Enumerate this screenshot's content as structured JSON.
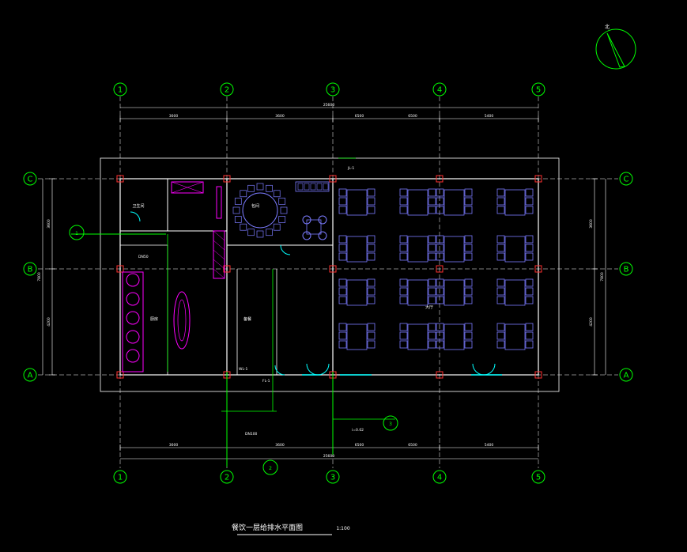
{
  "drawing": {
    "title": "餐饮一层给排水平面图",
    "scale": "1:100",
    "north_label": "北",
    "axes_columns": [
      "1",
      "2",
      "3",
      "4",
      "5"
    ],
    "axes_rows": [
      "C",
      "B",
      "A"
    ],
    "dim_total": "25600",
    "dims_top": [
      "3600",
      "3600",
      "6500",
      "6500",
      "5400"
    ],
    "dims_bottom": [
      "3600",
      "3600",
      "6500",
      "6500",
      "5400"
    ],
    "dims_left": [
      "3600",
      "4200"
    ],
    "dims_left_total": "7800",
    "dims_right": [
      "3600",
      "4200"
    ],
    "dims_right_total": "7800",
    "room_labels": [
      "厨房",
      "备餐",
      "包间",
      "大厅",
      "卫生间"
    ],
    "pipe_labels": [
      "JL-1",
      "WL-1",
      "FL-1",
      "DN50",
      "DN100",
      "i=0.02"
    ],
    "grid_bubble_left": "1",
    "grid_bubble_bottom": "2",
    "grid_bubble_right": "3"
  },
  "colors": {
    "background": "#000000",
    "axis": "#00ff00",
    "wall": "#ffffff",
    "column": "#ff3030",
    "furniture": "#7b7bff",
    "kitchen": "#ff00ff",
    "pipe": "#00ff00",
    "door": "#00ffff"
  }
}
